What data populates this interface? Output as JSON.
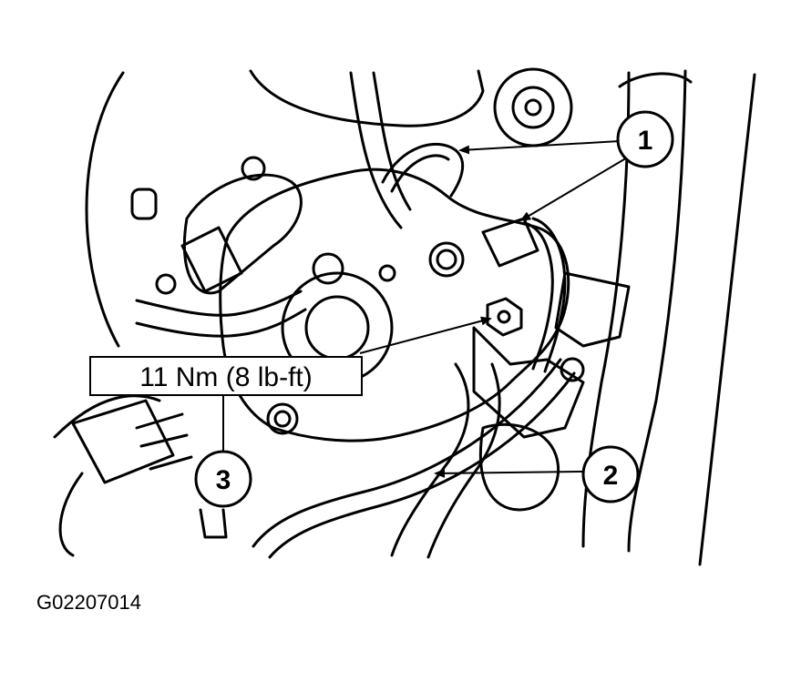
{
  "figure": {
    "id_label": "G02207014",
    "torque_label": "11 Nm (8 lb-ft)",
    "callouts": [
      {
        "number": "1"
      },
      {
        "number": "2"
      },
      {
        "number": "3"
      }
    ]
  },
  "colors": {
    "ink": "#000000",
    "paper": "#ffffff"
  }
}
